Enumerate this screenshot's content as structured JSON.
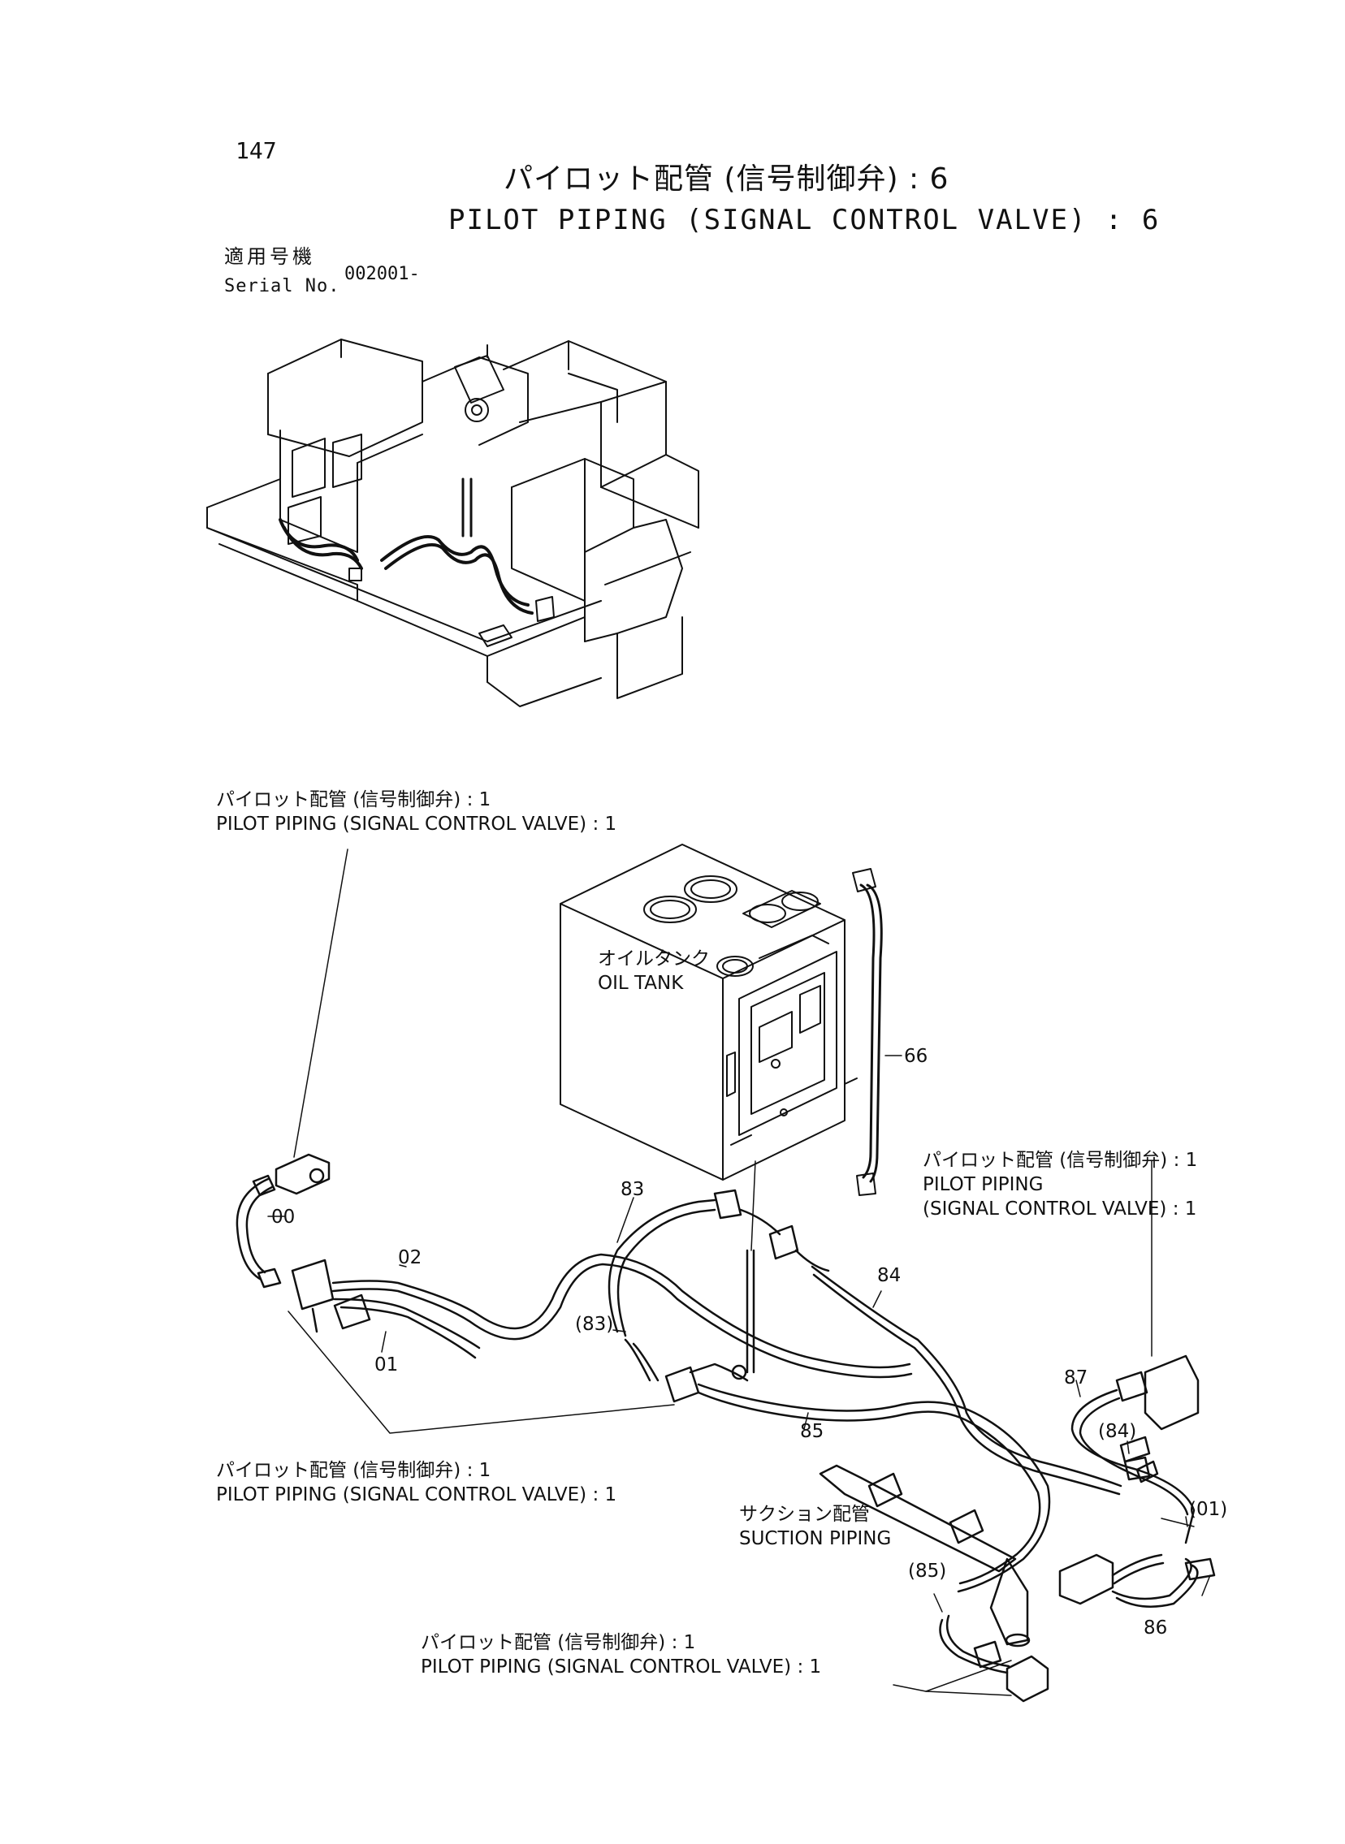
{
  "page_number": "147",
  "title_jp": "パイロット配管 (信号制御弁) : 6",
  "title_en": "PILOT PIPING (SIGNAL CONTROL VALVE) : 6",
  "serial": {
    "label_jp": "適用号機",
    "label_en": "Serial No.",
    "value": "002001-"
  },
  "callouts": {
    "ref1_jp": "パイロット配管 (信号制御弁) : 1",
    "ref1_en": "PILOT PIPING (SIGNAL CONTROL VALVE) : 1",
    "ref2_jp": "パイロット配管 (信号制御弁) : 1",
    "ref2_en1": "PILOT PIPING",
    "ref2_en2": "(SIGNAL CONTROL VALVE) : 1",
    "ref3_jp": "パイロット配管 (信号制御弁) : 1",
    "ref3_en": "PILOT PIPING (SIGNAL CONTROL VALVE) : 1",
    "ref4_jp": "パイロット配管 (信号制御弁) : 1",
    "ref4_en": "PILOT PIPING (SIGNAL CONTROL VALVE) : 1",
    "oil_tank_jp": "オイルタンク",
    "oil_tank_en": "OIL TANK",
    "suction_jp": "サクション配管",
    "suction_en": "SUCTION PIPING"
  },
  "part_numbers": {
    "p00": "00",
    "p01": "01",
    "p02": "02",
    "p66": "66",
    "p83": "83",
    "p83b": "(83)",
    "p84": "84",
    "p84b": "(84)",
    "p85": "85",
    "p85b": "(85)",
    "p86": "86",
    "p87": "87",
    "p01b": "(01)"
  }
}
